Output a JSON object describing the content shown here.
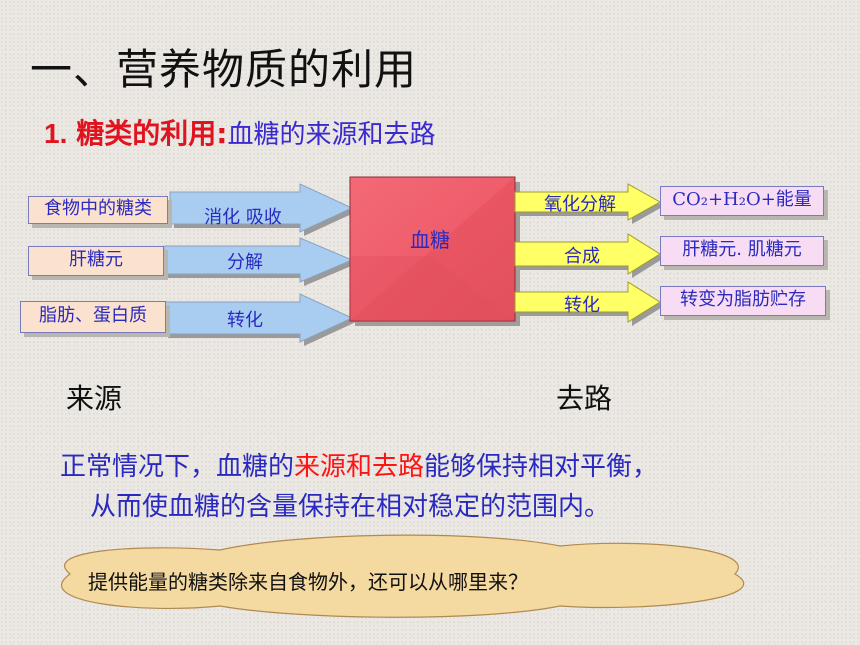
{
  "title": "一、营养物质的利用",
  "subtitle": {
    "number": "1.",
    "main": "糖类的利用:",
    "rest": "血糖的来源和去路"
  },
  "diagram": {
    "center": "血糖",
    "sources": [
      {
        "box": "食物中的糖类",
        "arrow": "消化  吸收"
      },
      {
        "box": "肝糖元",
        "arrow": "分解"
      },
      {
        "box": "脂肪、蛋白质",
        "arrow": "转化"
      }
    ],
    "destinations": [
      {
        "arrow": "氧化分解",
        "box": "CO₂+H₂O+能量"
      },
      {
        "arrow": "合成",
        "box": "肝糖元. 肌糖元"
      },
      {
        "arrow": "转化",
        "box": "转变为脂肪贮存"
      }
    ],
    "source_heading": "来源",
    "destination_heading": "去路"
  },
  "summary": {
    "line1_a": "正常情况下，血糖的",
    "line1_red": "来源和去路",
    "line1_b": "能够保持相对平衡，",
    "line2": "从而使血糖的含量保持在相对稳定的范围内。"
  },
  "question": "提供能量的糖类除来自食物外，还可以从哪里来？",
  "colors": {
    "source_arrow": "#a9cdf0",
    "dest_arrow": "#ffff66",
    "blood_box": "#f2616f",
    "accent_red": "#e0141e",
    "text_blue": "#2a2ac0",
    "bubble": "#f4d9a0"
  }
}
